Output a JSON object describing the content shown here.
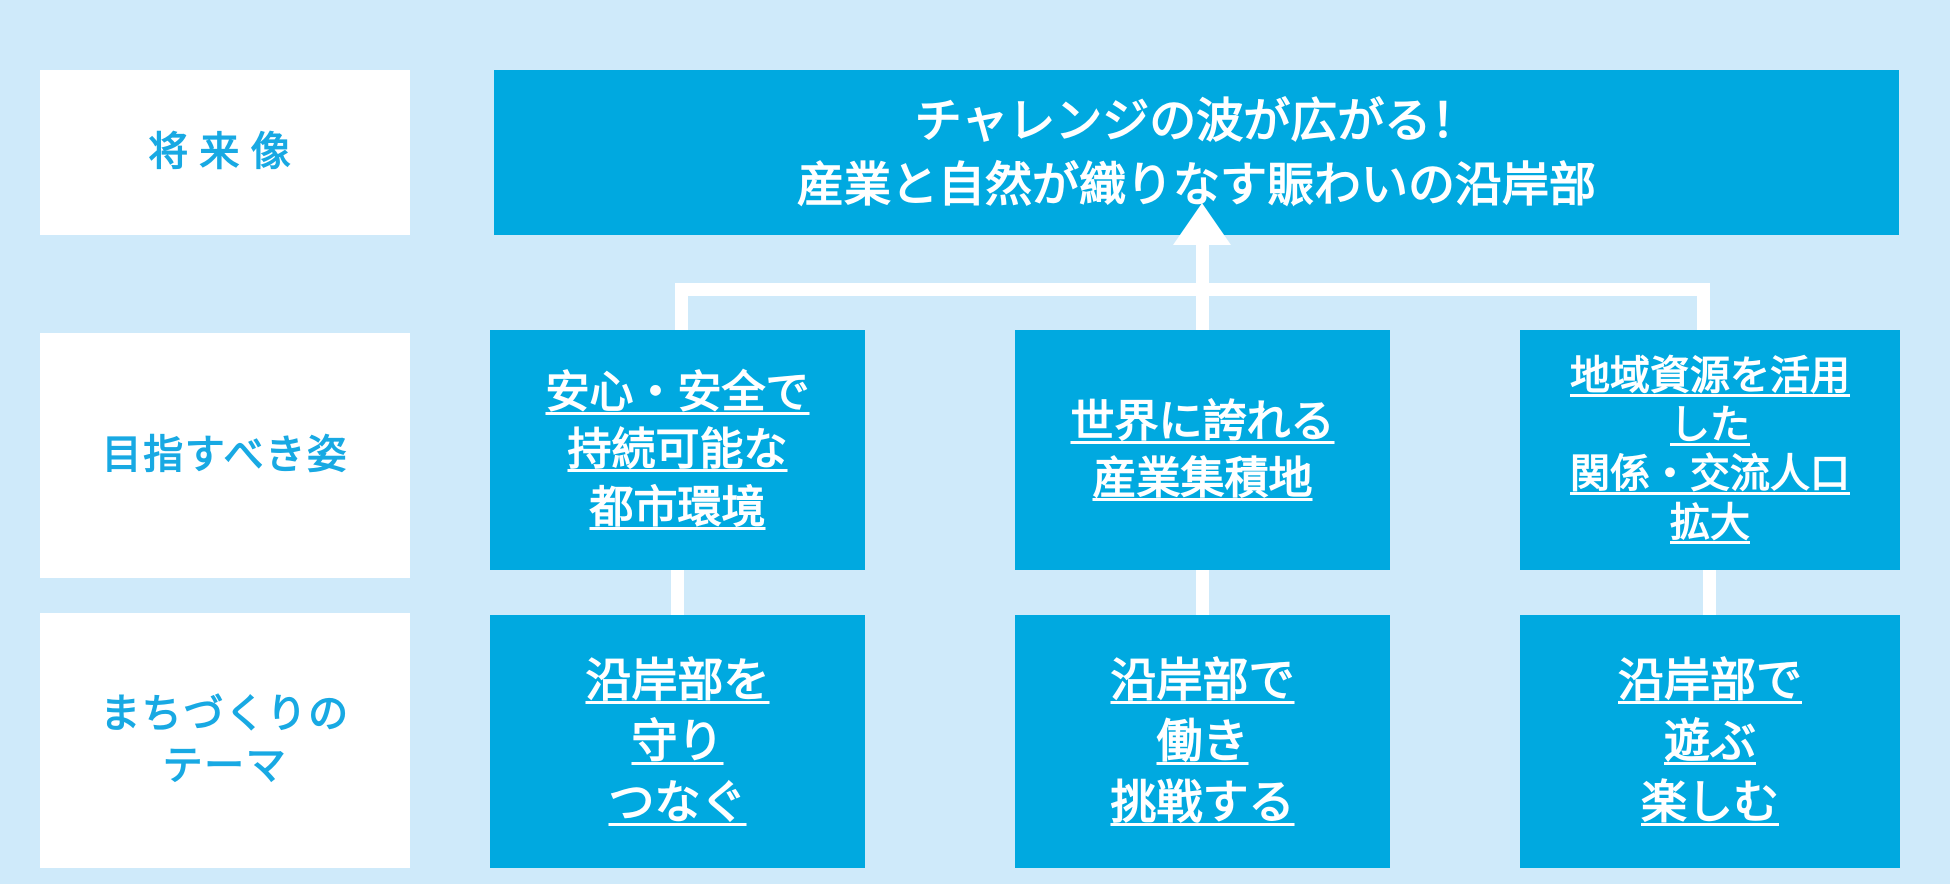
{
  "colors": {
    "background": "#cfeafa",
    "accent_blue": "#00a9e0",
    "label_text_blue": "#18a9e3",
    "box_text": "#ffffff",
    "connector": "#ffffff"
  },
  "rows": {
    "vision": {
      "label": "将来像",
      "banner": {
        "line1": "チャレンジの波が広がる！",
        "line2": "産業と自然が織りなす賑わいの沿岸部"
      }
    },
    "goal": {
      "label": "目指すべき姿",
      "boxes": [
        {
          "line1": "安心・安全で",
          "line2": "持続可能な",
          "line3": "都市環境"
        },
        {
          "line1": "世界に誇れる",
          "line2": "産業集積地",
          "line3": ""
        },
        {
          "line1": "地域資源を活用",
          "line2": "した",
          "line3": "関係・交流人口",
          "line4": "拡大"
        }
      ]
    },
    "theme": {
      "label_line1": "まちづくりの",
      "label_line2": "テーマ",
      "boxes": [
        {
          "line1": "沿岸部を",
          "line2": "守り",
          "line3": "つなぐ"
        },
        {
          "line1": "沿岸部で",
          "line2": "働き",
          "line3": "挑戦する"
        },
        {
          "line1": "沿岸部で",
          "line2": "遊ぶ",
          "line3": "楽しむ"
        }
      ]
    }
  }
}
